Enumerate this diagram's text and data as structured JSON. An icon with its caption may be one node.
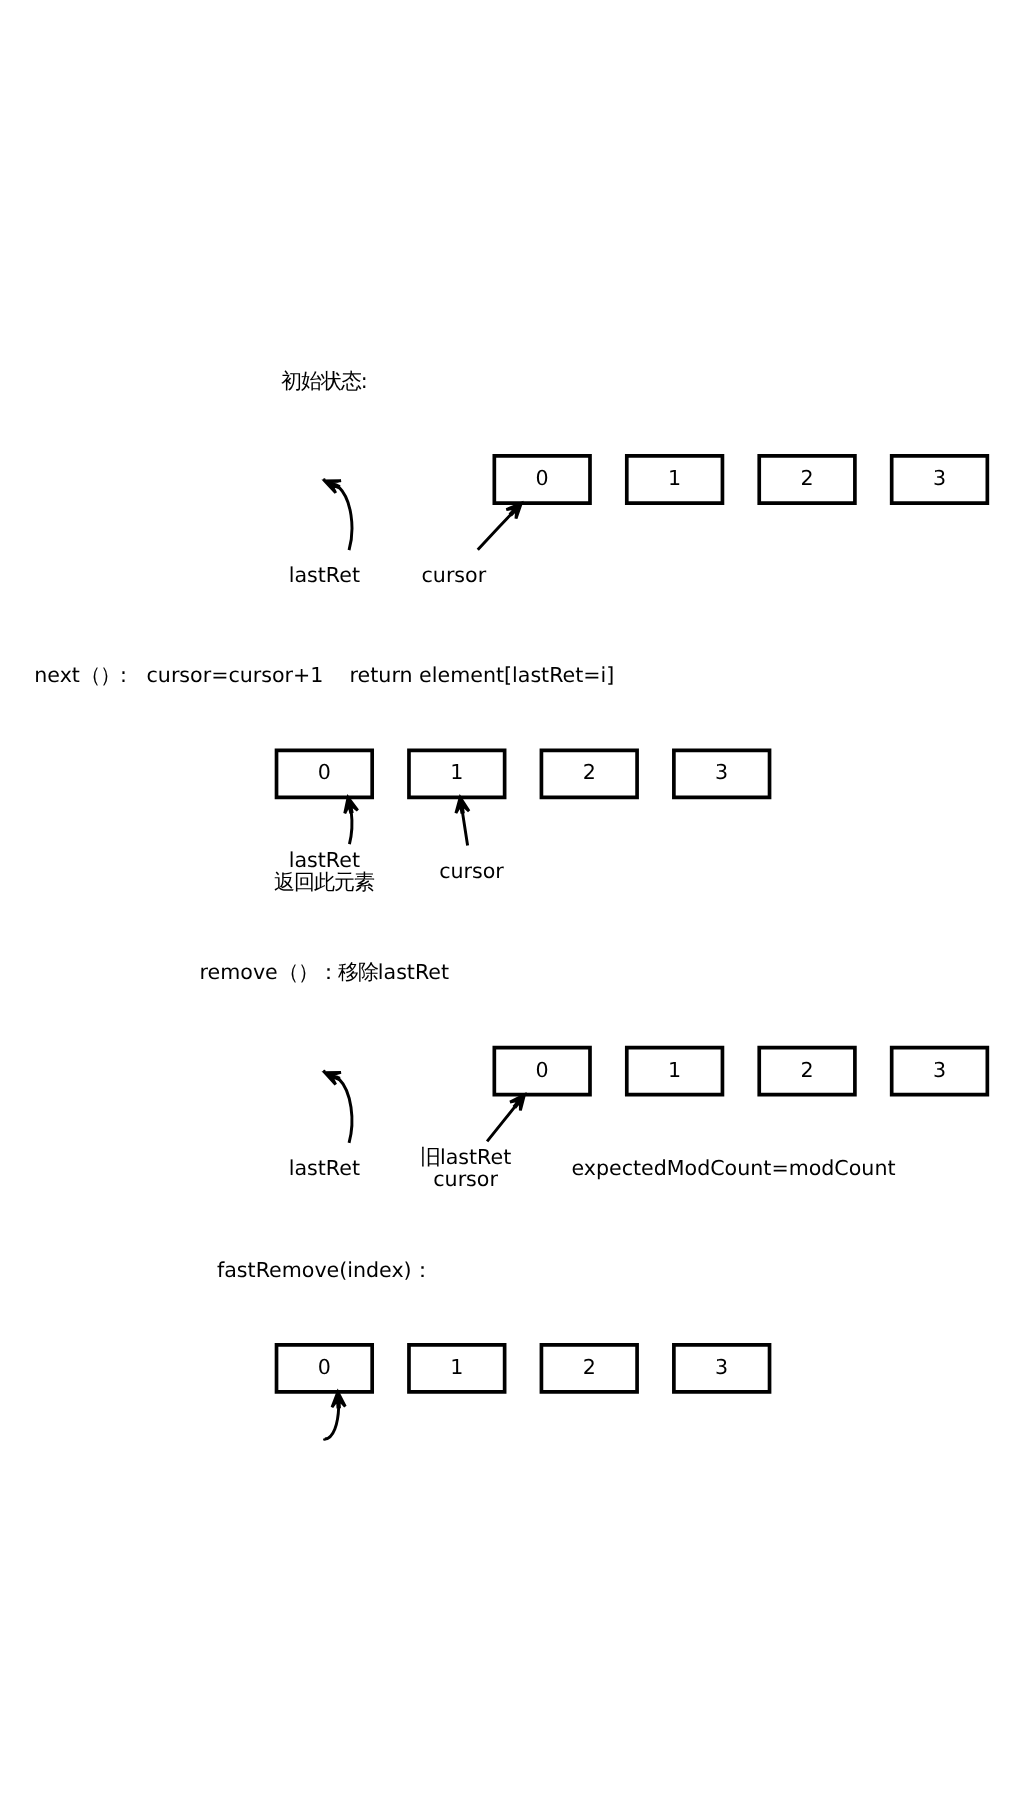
{
  "diagram": {
    "nodes": [
      {
        "text": [
          "0"
        ]
      },
      {
        "text": [
          "1"
        ]
      },
      {
        "text": [
          "2"
        ]
      },
      {
        "text": [
          "3"
        ]
      },
      {
        "text": [
          "lastRet"
        ]
      },
      {
        "text": [
          "cursor"
        ]
      },
      {
        "text": [
          "0"
        ]
      },
      {
        "text": [
          "1"
        ]
      },
      {
        "text": [
          "2"
        ]
      },
      {
        "text": [
          "3"
        ]
      },
      {
        "text": [
          "lastRet"
        ],
        "beside": [
          "返回此元素"
        ]
      },
      {
        "text": [
          "cursor"
        ]
      },
      {
        "text": [
          "0"
        ]
      },
      {
        "text": [
          "1"
        ]
      },
      {
        "text": [
          "2"
        ]
      },
      {
        "text": [
          "3"
        ]
      },
      {
        "text": [
          "lastRet"
        ]
      },
      {
        "text": [
          "旧lastRet",
          "cursor"
        ]
      },
      {
        "text": [
          "0"
        ]
      },
      {
        "text": [
          "1"
        ]
      },
      {
        "text": [
          "2"
        ]
      },
      {
        "text": [
          "3"
        ]
      }
    ],
    "edges": [
      {
        "from": 4,
        "to": null,
        "arrow": "to"
      },
      {
        "from": 5,
        "to": 0,
        "arrow": "to"
      },
      {
        "from": 10,
        "to": 6,
        "arrow": "to"
      },
      {
        "from": 11,
        "to": 7,
        "arrow": "to"
      },
      {
        "from": 16,
        "to": null,
        "arrow": "to"
      },
      {
        "from": 17,
        "to": 12,
        "arrow": "to"
      },
      {
        "from": null,
        "to": 18,
        "arrow": "to"
      }
    ],
    "labels": [
      "初始状态:",
      "next（）:   cursor=cursor+1    return element[lastRet=i]",
      "remove（）：移除lastRet",
      "expectedModCount=modCount",
      "fastRemove(index)："
    ]
  }
}
